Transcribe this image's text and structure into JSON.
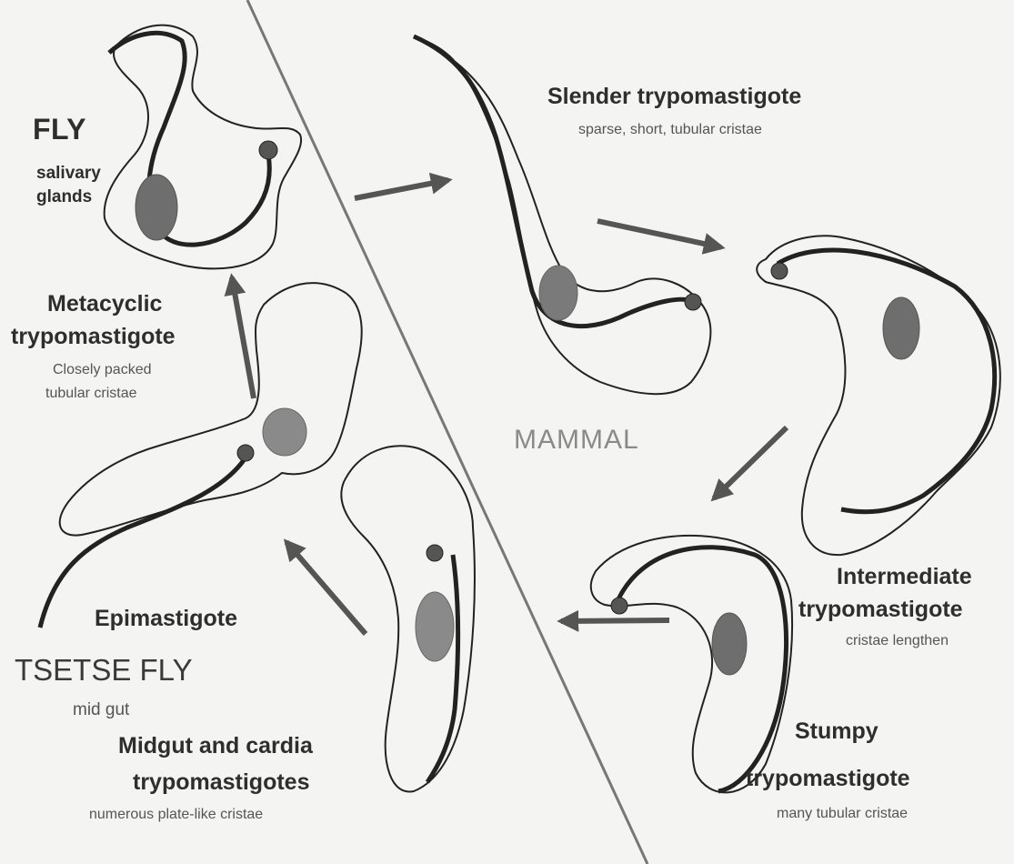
{
  "labels": {
    "fly": "FLY",
    "salivary": "salivary",
    "glands": "glands",
    "metacyclic": "Metacyclic",
    "metacyclic_type": "trypomastigote",
    "metacyclic_desc1": "Closely packed",
    "metacyclic_desc2": "tubular cristae",
    "epimastigote": "Epimastigote",
    "tsetse_fly": "TSETSE FLY",
    "mid_gut": "mid gut",
    "midgut_title": "Midgut and cardia",
    "midgut_type": "trypomastigotes",
    "midgut_desc": "numerous plate-like cristae",
    "slender_title": "Slender trypomastigote",
    "slender_desc": "sparse, short, tubular cristae",
    "mammal": "MAMMAL",
    "intermediate_title": "Intermediate",
    "intermediate_type": "trypomastigote",
    "intermediate_desc": "cristae lengthen",
    "stumpy_title": "Stumpy",
    "stumpy_type": "trypomastigote",
    "stumpy_desc": "many tubular cristae"
  }
}
